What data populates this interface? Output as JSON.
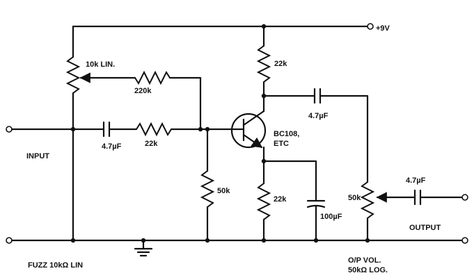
{
  "labels": {
    "supply": "+9V",
    "r_collector": "22k",
    "pot_fuzz_value": "10k LIN.",
    "r_feedback": "220k",
    "c_coupling_out": "4.7µF",
    "c_input": "4.7µF",
    "r_input": "22k",
    "transistor": "BC108,",
    "transistor_etc": "ETC",
    "input": "INPUT",
    "r_bias": "50k",
    "r_emitter": "22k",
    "c_emitter": "100µF",
    "pot_vol_value": "50k",
    "c_output": "4.7µF",
    "output": "OUTPUT",
    "fuzz_caption": "FUZZ 10kΩ LIN",
    "opvol_caption_1": "O/P VOL.",
    "opvol_caption_2": "50kΩ LOG."
  },
  "colors": {
    "ink": "#111111",
    "paper": "#ffffff"
  }
}
